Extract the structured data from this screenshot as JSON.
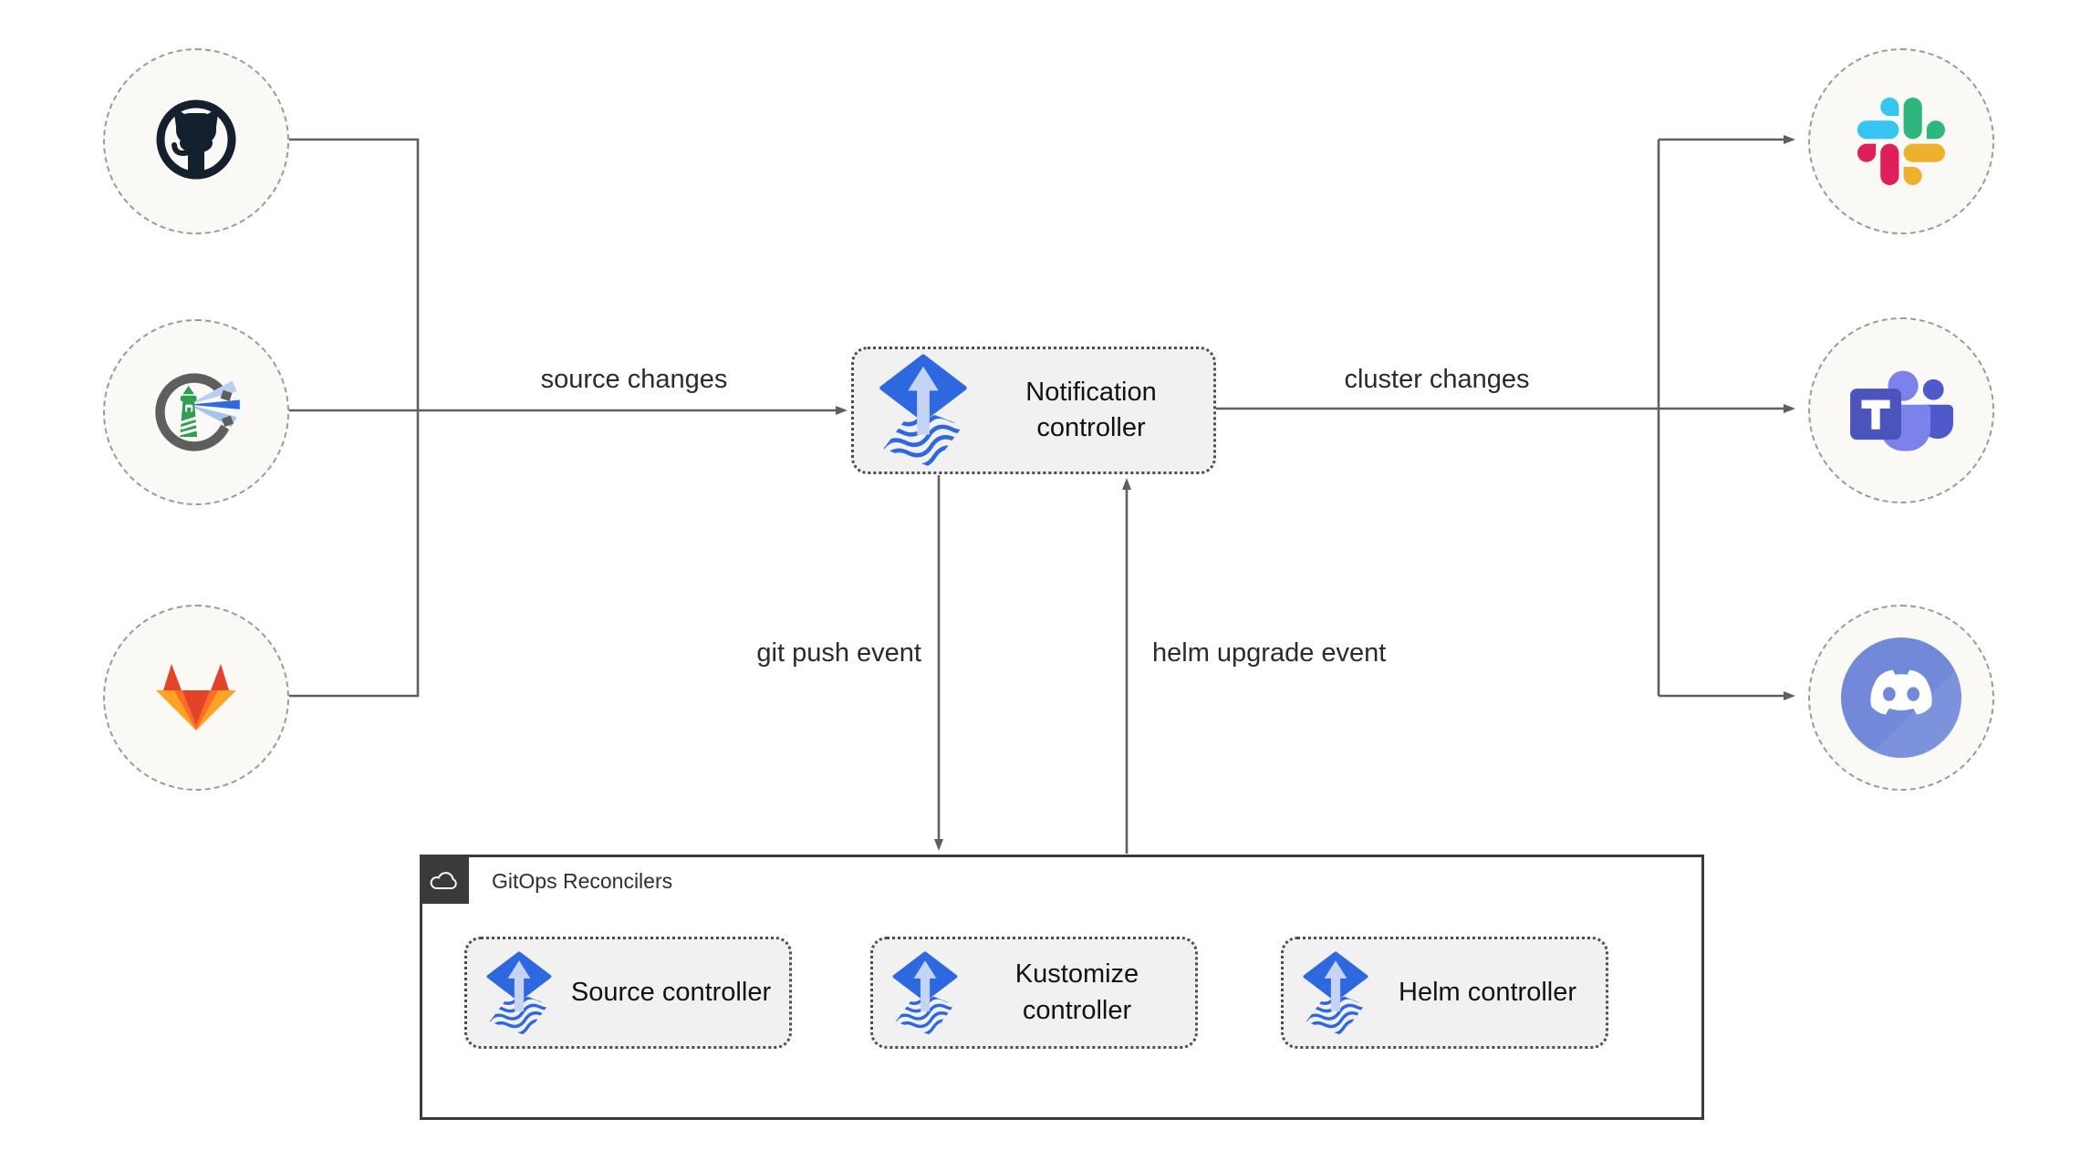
{
  "edges": {
    "source_changes": "source changes",
    "cluster_changes": "cluster changes",
    "git_push_event": "git push event",
    "helm_upgrade_event": "helm upgrade event"
  },
  "notification": {
    "label": "Notification controller",
    "icon": "flux-icon"
  },
  "sources": [
    {
      "name": "github",
      "icon": "github-icon"
    },
    {
      "name": "lighthouse-registry",
      "icon": "lighthouse-icon"
    },
    {
      "name": "gitlab",
      "icon": "gitlab-icon"
    }
  ],
  "providers": [
    {
      "name": "slack",
      "icon": "slack-icon"
    },
    {
      "name": "teams",
      "icon": "teams-icon"
    },
    {
      "name": "discord",
      "icon": "discord-icon"
    }
  ],
  "group": {
    "title": "GitOps Reconcilers",
    "icon": "cloud-icon",
    "items": [
      {
        "label": "Source controller",
        "icon": "flux-icon"
      },
      {
        "label": "Kustomize controller",
        "icon": "flux-icon"
      },
      {
        "label": "Helm controller",
        "icon": "flux-icon"
      }
    ]
  },
  "colors": {
    "line": "#5f5f5f",
    "flux_blue": "#2e68e0",
    "flux_light": "#c5d4f4",
    "github_dark": "#15202e",
    "gitlab_red": "#e24329",
    "gitlab_orange": "#fc6d26",
    "gitlab_yellow": "#fca326",
    "slack_blue": "#36c5f0",
    "slack_green": "#2eb67d",
    "slack_yellow": "#ecb22e",
    "slack_red": "#e01e5a",
    "teams_purple": "#4b53bc",
    "teams_light": "#7b83eb",
    "teams_mid": "#5059c9",
    "discord_blurple": "#7289da",
    "lighthouse_green": "#2f9e4f",
    "ring_gray": "#5e5e5e"
  }
}
